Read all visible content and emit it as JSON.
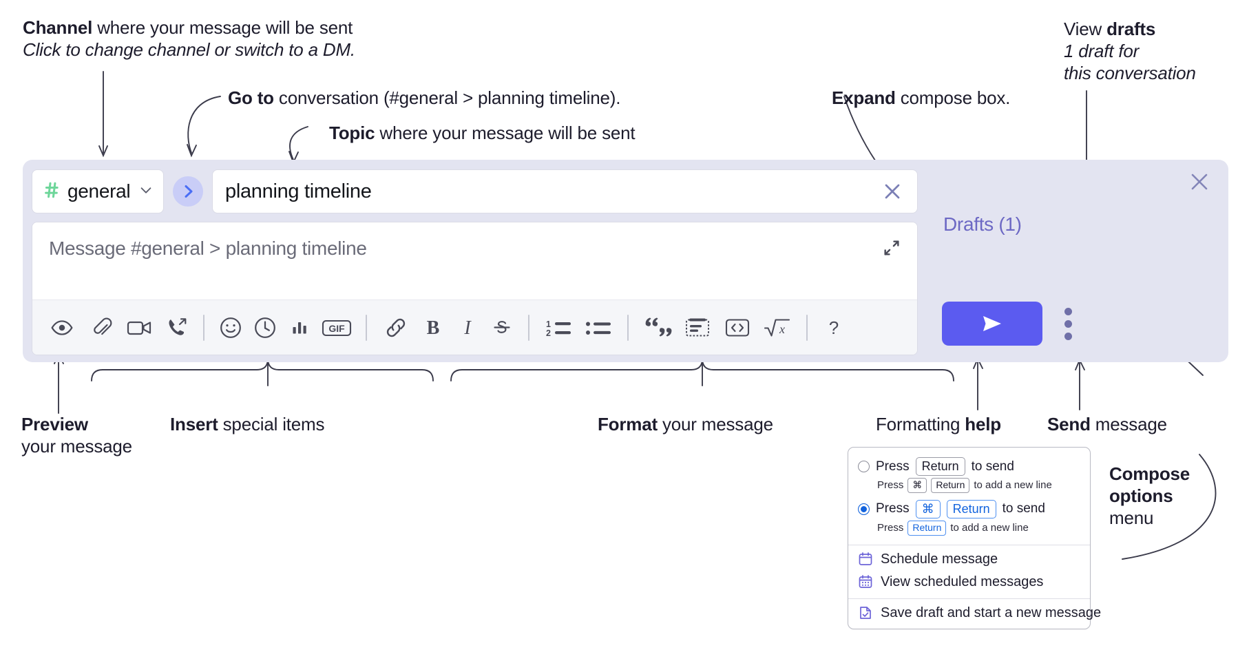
{
  "annotations": {
    "channel": {
      "bold": "Channel",
      "rest": " where your message will be sent",
      "italic": "Click to change channel or switch to a DM."
    },
    "goto": {
      "bold": "Go to",
      "rest": " conversation (#general > planning timeline)."
    },
    "topic": {
      "bold": "Topic",
      "rest": " where your message will be sent"
    },
    "expand": {
      "bold": "Expand",
      "rest": " compose box."
    },
    "drafts": {
      "bold_lead": "View ",
      "bold": "drafts",
      "italic_1": "1 draft for",
      "italic_2": "this conversation"
    },
    "preview": {
      "bold": "Preview",
      "rest": "your message"
    },
    "insert": {
      "bold": "Insert",
      "rest": " special items"
    },
    "format": {
      "bold": "Format",
      "rest": " your message"
    },
    "help": {
      "lead": "Formatting ",
      "bold": "help"
    },
    "send": {
      "bold": "Send",
      "rest": " message"
    },
    "compose_options": {
      "bold_1": "Compose",
      "bold_2": "options",
      "rest": "menu"
    }
  },
  "compose": {
    "channel": {
      "name": "general",
      "hash_icon": "hash-icon",
      "caret_icon": "chevron-down-icon",
      "hash_color": "#6ed69a"
    },
    "go_button": {
      "icon": "chevron-right-icon",
      "bg": "#c9cdf7",
      "fg": "#4a6ef5"
    },
    "topic": {
      "value": "planning timeline",
      "clear_icon": "close-icon"
    },
    "message": {
      "placeholder": "Message #general > planning timeline",
      "value": "",
      "expand_icon": "expand-diagonal-icon"
    },
    "drafts_link": "Drafts (1)",
    "send": {
      "icon": "send-icon",
      "bg": "#5b5bf0"
    },
    "overflow": {
      "icon": "more-vertical-icon"
    },
    "panel_close": {
      "icon": "close-icon"
    },
    "panel_bg": "#e3e4f1"
  },
  "toolbar": {
    "groups": [
      {
        "name": "preview",
        "items": [
          {
            "icon": "eye-icon",
            "label": "Preview"
          }
        ]
      },
      {
        "name": "insert",
        "items": [
          {
            "icon": "paperclip-icon",
            "label": "Attach file"
          },
          {
            "icon": "video-camera-icon",
            "label": "Record video clip"
          },
          {
            "icon": "phone-forward-icon",
            "label": "Record audio clip"
          }
        ]
      },
      {
        "name": "insert2",
        "items": [
          {
            "icon": "emoji-smiley-icon",
            "label": "Emoji"
          },
          {
            "icon": "clock-icon",
            "label": "Schedule"
          },
          {
            "icon": "bar-chart-icon",
            "label": "Poll"
          },
          {
            "icon": "gif-icon",
            "label": "GIF"
          }
        ]
      },
      {
        "name": "format-text",
        "items": [
          {
            "icon": "link-icon",
            "label": "Link"
          },
          {
            "icon": "bold-icon",
            "label": "Bold"
          },
          {
            "icon": "italic-icon",
            "label": "Italic"
          },
          {
            "icon": "strikethrough-icon",
            "label": "Strikethrough"
          }
        ]
      },
      {
        "name": "format-list",
        "items": [
          {
            "icon": "ordered-list-icon",
            "label": "Ordered list"
          },
          {
            "icon": "bulleted-list-icon",
            "label": "Bulleted list"
          }
        ]
      },
      {
        "name": "format-block",
        "items": [
          {
            "icon": "blockquote-icon",
            "label": "Blockquote"
          },
          {
            "icon": "code-block-icon",
            "label": "Code block"
          },
          {
            "icon": "code-icon",
            "label": "Code"
          },
          {
            "icon": "math-sqrt-icon",
            "label": "Math"
          }
        ]
      },
      {
        "name": "help",
        "items": [
          {
            "icon": "question-mark-icon",
            "label": "Formatting help"
          }
        ]
      }
    ],
    "gif_label": "GIF",
    "bold_label": "B",
    "italic_label": "I",
    "help_label": "?",
    "list_num_1": "1",
    "list_num_2": "2"
  },
  "options_menu": {
    "radio_1": {
      "selected": false,
      "pre": "Press",
      "key": "Return",
      "post": "to send",
      "sub_pre": "Press",
      "sub_key_1": "⌘",
      "sub_key_2": "Return",
      "sub_post": "to add a new line"
    },
    "radio_2": {
      "selected": true,
      "pre": "Press",
      "key_1": "⌘",
      "key_2": "Return",
      "post": "to send",
      "sub_pre": "Press",
      "sub_key": "Return",
      "sub_post": "to add a new line"
    },
    "items": [
      {
        "icon": "calendar-icon",
        "label": "Schedule message"
      },
      {
        "icon": "calendar-list-icon",
        "label": "View scheduled messages"
      },
      {
        "icon": "document-check-icon",
        "label": "Save draft and start a new message"
      }
    ],
    "accent": "#6c63d8",
    "radio_accent": "#1263dd"
  }
}
